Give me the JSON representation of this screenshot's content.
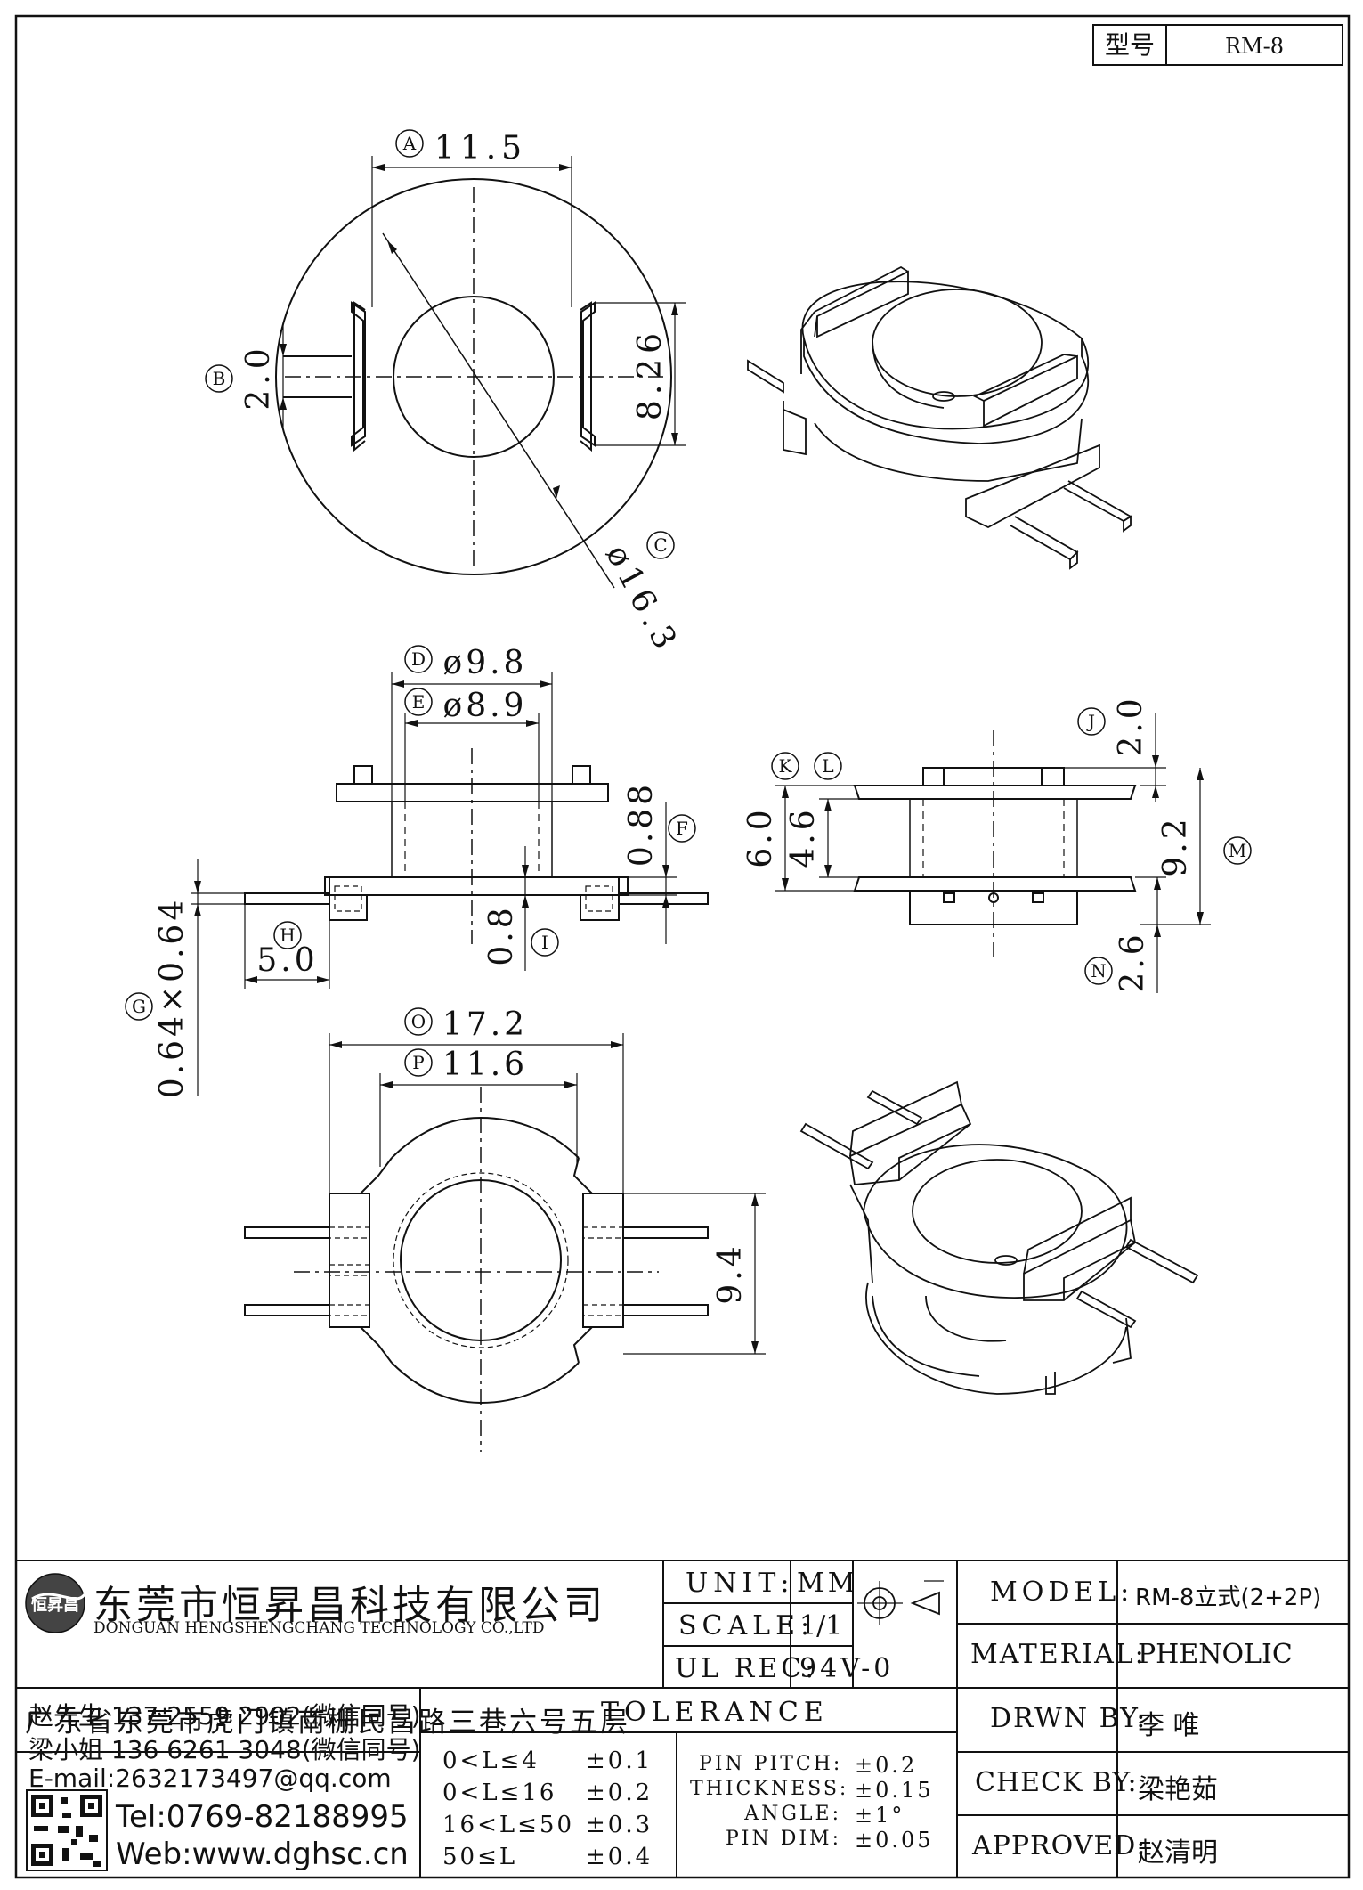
{
  "model_tag": {
    "label": "型号",
    "value": "RM-8"
  },
  "dims": {
    "a": {
      "letter": "A",
      "value": "11.5"
    },
    "b": {
      "letter": "B",
      "value": "2.0"
    },
    "c": {
      "letter": "C",
      "value": "ø16.3"
    },
    "h826": {
      "value": "8.26"
    },
    "d": {
      "letter": "D",
      "value": "ø9.8"
    },
    "e": {
      "letter": "E",
      "value": "ø8.9"
    },
    "f": {
      "letter": "F",
      "value": "0.88"
    },
    "g": {
      "letter": "G",
      "value": "0.64×0.64"
    },
    "h": {
      "letter": "H",
      "value": "5.0"
    },
    "i": {
      "letter": "I",
      "value": "0.8"
    },
    "j": {
      "letter": "J",
      "value": "2.0"
    },
    "k": {
      "letter": "K"
    },
    "l": {
      "letter": "L"
    },
    "v60": {
      "value": "6.0"
    },
    "v46": {
      "value": "4.6"
    },
    "m": {
      "letter": "M",
      "value": "9.2"
    },
    "n": {
      "letter": "N",
      "value": "2.6"
    },
    "o": {
      "letter": "O",
      "value": "17.2"
    },
    "p": {
      "letter": "P",
      "value": "11.6"
    },
    "v94": {
      "value": "9.4"
    }
  },
  "company": {
    "name_cn": "东莞市恒昇昌科技有限公司",
    "name_en": "DONGUAN HENGSHENGCHANG TECHNOLOGY CO.,LTD",
    "address": "广东省东莞市虎门镇南栅民昌路三巷六号五层",
    "logo_text": "恒昇昌"
  },
  "contacts": {
    "line1": "赵先生 137 2559 2902(微信同号)",
    "line2": "梁小姐 136 6261 3048(微信同号)",
    "email": "E-mail:2632173497@qq.com",
    "tel": "Tel:0769-82188995",
    "web": "Web:www.dghsc.cn"
  },
  "spec": {
    "unit_label": "UNIT:",
    "unit_value": "MM",
    "scale_label": "SCALE:",
    "scale_value": "1/1",
    "ulrec_label": "UL REC:",
    "ulrec_value": "94V-0"
  },
  "tolerance": {
    "title": "TOLERANCE",
    "rows": [
      {
        "range": "0<L≤4",
        "tol": "±0.1"
      },
      {
        "range": "0<L≤16",
        "tol": "±0.2"
      },
      {
        "range": "16<L≤50",
        "tol": "±0.3"
      },
      {
        "range": "50≤L",
        "tol": "±0.4"
      }
    ],
    "extra": [
      {
        "label": "PIN PITCH:",
        "tol": "±0.2"
      },
      {
        "label": "THICKNESS:",
        "tol": "±0.15"
      },
      {
        "label": "ANGLE:",
        "tol": "±1°"
      },
      {
        "label": "PIN DIM:",
        "tol": "±0.05"
      }
    ]
  },
  "info": {
    "model_label": "MODEL:",
    "model_value": "RM-8立式(2+2P)",
    "material_label": "MATERIAL:",
    "material_value": "PHENOLIC",
    "drwn_label": "DRWN BY:",
    "drwn_value": "李 唯",
    "check_label": "CHECK BY:",
    "check_value": "梁艳茹",
    "approved_label": "APPROVED:",
    "approved_value": "赵清明"
  }
}
